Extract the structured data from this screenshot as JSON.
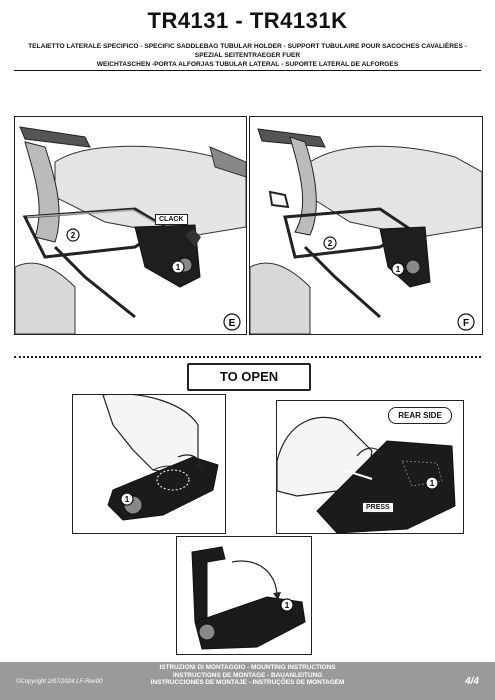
{
  "header": {
    "title": "TR4131 - TR4131K",
    "subtitle_line1": "TELAIETTO LATERALE SPECIFICO - SPECIFIC SADDLEBAG TUBULAR HOLDER - SUPPORT TUBULAIRE POUR SACOCHES CAVALIÈRES - SPEZIAL SEITENTRAEGER FUER",
    "subtitle_line2": "WEICHTASCHEN -PORTA ALFORJAS TUBULAR LATERAL - SUPORTE LATERAL DE ALFORGES"
  },
  "figures": {
    "e": {
      "letter": "E",
      "callout1": "1",
      "callout2": "2",
      "click_label": "CLACK"
    },
    "f": {
      "letter": "F",
      "callout1": "1",
      "callout2": "2"
    }
  },
  "to_open": {
    "label": "TO OPEN",
    "step1_callout": "1",
    "rear_side_label": "REAR SIDE",
    "press_label": "PRESS",
    "step2_callout": "1",
    "step3_callout": "1"
  },
  "footer": {
    "copyright": "©Copyright 2/07/2024 LF-Rev00",
    "line1": "ISTRUZIONI DI MONTAGGIO  -  MOUNTING INSTRUCTIONS",
    "line2": "INSTRUCTIONS DE MONTAGE - BAUANLEITUNG",
    "line3": "INSTRUCCIONES DE MONTAJE - INSTRUÇÕES DE MONTAGEM",
    "page": "4/4"
  }
}
